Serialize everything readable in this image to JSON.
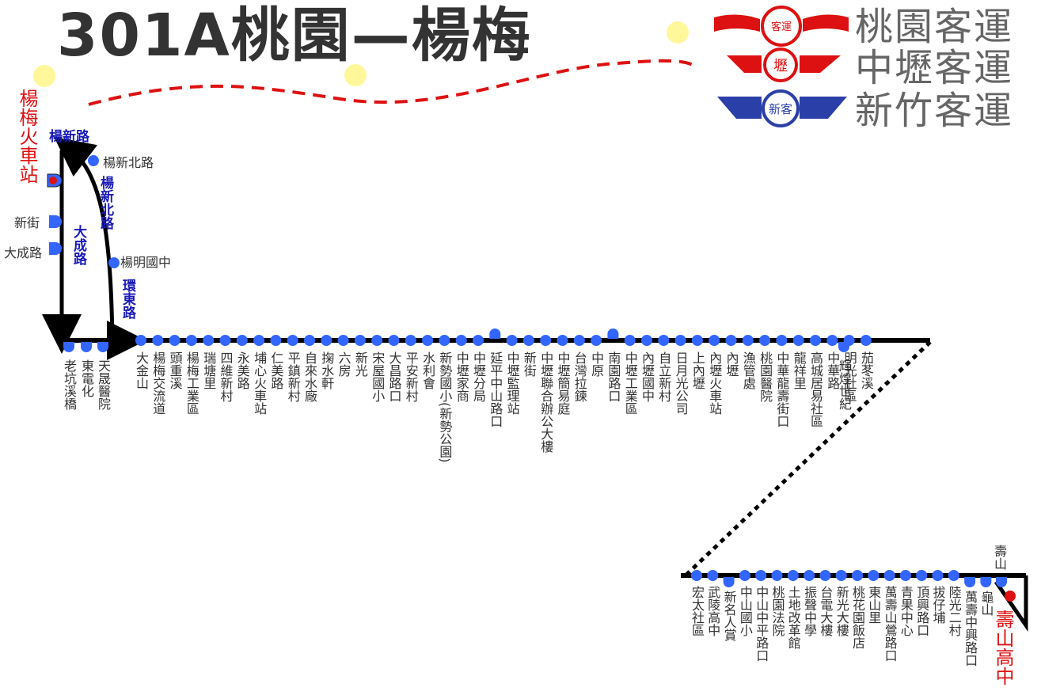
{
  "title": "301A桃園—楊梅",
  "companies": [
    "桃園客運",
    "中壢客運",
    "新竹客運"
  ],
  "logos": [
    {
      "name": "taoyuan-bus-logo",
      "text": "客運",
      "color": "#dd1111"
    },
    {
      "name": "chungli-bus-logo",
      "text": "壢",
      "color": "#dd1111"
    },
    {
      "name": "hsinchu-bus-logo",
      "text": "新客",
      "color": "#2b3fa8"
    }
  ],
  "colors": {
    "stop": "#3366ff",
    "route": "#000000",
    "terminal": "#dd1111",
    "dash": "#dd1111",
    "road": "#1a1ab8",
    "sun": "#fff799"
  },
  "terminals": {
    "west": "楊梅火車站",
    "east": "壽山高中"
  },
  "roads": {
    "yangxin": "楊新路",
    "yangxin_north": "楊新北路",
    "dacheng": "大成路",
    "huandong": "環東路"
  },
  "upper_stops": [
    "老坑溪橋",
    "東電化",
    "天晟醫院",
    "大金山",
    "楊梅交流道",
    "頭重溪",
    "楊梅工業區",
    "瑞塘里",
    "四維新村",
    "永美路",
    "埔心火車站",
    "仁美路",
    "平鎮新村",
    "自來水廠",
    "掬水軒",
    "六房",
    "新光",
    "宋屋國小",
    "大昌路口",
    "平安新村",
    "水利會",
    "新勢國小(新勢公園)",
    "中壢家商",
    "中壢分局",
    "延平中山路口",
    "中壢監理站",
    "新街",
    "中壢聯合辦公大樓",
    "中壢簡易庭",
    "台灣拉鍊",
    "中原",
    "南園路口",
    "中壢工業區",
    "內壢國中",
    "自立新村",
    "日月光公司",
    "上內壢",
    "內壢火車站",
    "內壢",
    "漁管處",
    "桃園醫院",
    "中華龍壽街口",
    "龍祥里",
    "高城居易社區",
    "中華路",
    "明光社區",
    "茄苳溪",
    "輝煌世紀"
  ],
  "lower_stops": [
    "宏太社區",
    "武陵高中",
    "新名人賞",
    "中山國小",
    "中山中平路口",
    "桃園法院",
    "土地改革館",
    "振聲中學",
    "台電大樓",
    "新光大樓",
    "桃花園飯店",
    "東山里",
    "萬壽山鶯路口",
    "青果中心",
    "頂興路口",
    "拔仔埔",
    "陸光二村",
    "萬壽中興路口",
    "龜山"
  ],
  "west_branch_stops": {
    "left_side": [
      "新街",
      "大成路"
    ],
    "right_side": [
      "楊新北路",
      "楊明國中"
    ]
  },
  "shoushan_label": "壽山"
}
